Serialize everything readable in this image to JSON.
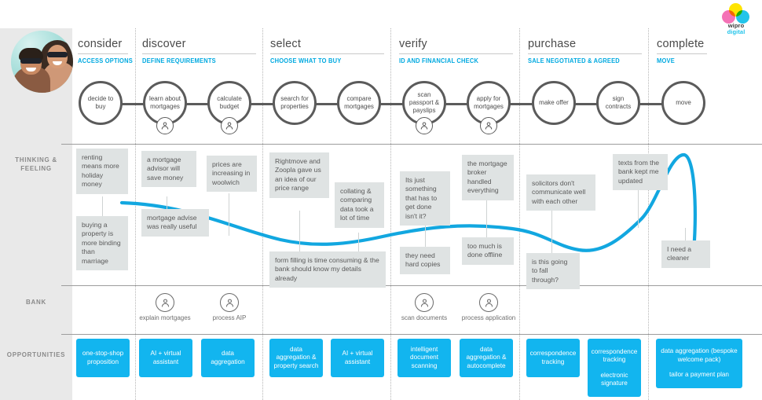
{
  "brand": {
    "logo_name": "wipro-digital-logo",
    "line1": "wipro",
    "line2": "digital",
    "accent": "#00a9e0",
    "chip_blue": "#12b5ef",
    "note_gray": "#dfe3e3",
    "sidebar_gray": "#e9e9e9",
    "stroke_gray": "#5b5b5b"
  },
  "persona": {
    "alt": "couple-photo"
  },
  "row_labels": {
    "thinking": "THINKING & FEELING",
    "bank": "BANK",
    "opportunities": "OPPORTUNITIES"
  },
  "phases": [
    {
      "title": "consider",
      "subtitle": "ACCESS OPTIONS"
    },
    {
      "title": "discover",
      "subtitle": "DEFINE REQUIREMENTS"
    },
    {
      "title": "select",
      "subtitle": "CHOOSE WHAT TO BUY"
    },
    {
      "title": "verify",
      "subtitle": "ID AND FINANCIAL CHECK"
    },
    {
      "title": "purchase",
      "subtitle": "SALE NEGOTIATED & AGREED"
    },
    {
      "title": "complete",
      "subtitle": "MOVE"
    }
  ],
  "steps": [
    {
      "label": "decide to buy",
      "icon": false
    },
    {
      "label": "learn about mortgages",
      "icon": true
    },
    {
      "label": "calculate budget",
      "icon": true
    },
    {
      "label": "search for properties",
      "icon": false
    },
    {
      "label": "compare mortgages",
      "icon": false
    },
    {
      "label": "scan passport & payslips",
      "icon": true
    },
    {
      "label": "apply for mortgages",
      "icon": true
    },
    {
      "label": "make offer",
      "icon": false
    },
    {
      "label": "sign contracts",
      "icon": false
    },
    {
      "label": "move",
      "icon": false
    }
  ],
  "notes": [
    {
      "text": "renting means more holiday money"
    },
    {
      "text": "buying a property is more binding than marriage"
    },
    {
      "text": "a mortgage advisor will save money"
    },
    {
      "text": "mortgage advise was really useful"
    },
    {
      "text": "prices are increasing in woolwich"
    },
    {
      "text": "Rightmove and Zoopla gave us an idea of our price range"
    },
    {
      "text": "collating & comparing data took a lot of time"
    },
    {
      "text": "form filling is time consuming & the bank should know my details already"
    },
    {
      "text": "Its just something that has to get done isn't it?"
    },
    {
      "text": "they need hard copies"
    },
    {
      "text": "the mortgage broker handled everything"
    },
    {
      "text": "too much is done offline"
    },
    {
      "text": "solicitors don't communicate well with each other"
    },
    {
      "text": "is this going to fall through?"
    },
    {
      "text": "texts from the bank kept me updated"
    },
    {
      "text": "I need a cleaner"
    }
  ],
  "bank_activities": [
    {
      "label": "explain mortgages",
      "icon": "person-icon"
    },
    {
      "label": "process AIP",
      "icon": "person-icon"
    },
    {
      "label": "scan documents",
      "icon": "person-icon"
    },
    {
      "label": "process application",
      "icon": "person-icon"
    }
  ],
  "opportunities": [
    {
      "lines": [
        "one-stop-shop proposition"
      ]
    },
    {
      "lines": [
        "AI + virtual assistant"
      ]
    },
    {
      "lines": [
        "data aggregation"
      ]
    },
    {
      "lines": [
        "data aggregation & property search"
      ]
    },
    {
      "lines": [
        "AI + virtual assistant"
      ]
    },
    {
      "lines": [
        "intelligent document scanning"
      ]
    },
    {
      "lines": [
        "data aggregation & autocomplete"
      ]
    },
    {
      "lines": [
        "correspondence tracking"
      ]
    },
    {
      "lines": [
        "correspondence tracking",
        "electronic signature"
      ]
    },
    {
      "lines": [
        "data aggregation (bespoke welcome pack)",
        "tailor a payment plan"
      ]
    }
  ],
  "emotion_curve": {
    "description": "customer emotion line across journey",
    "color": "#12a7e0"
  }
}
